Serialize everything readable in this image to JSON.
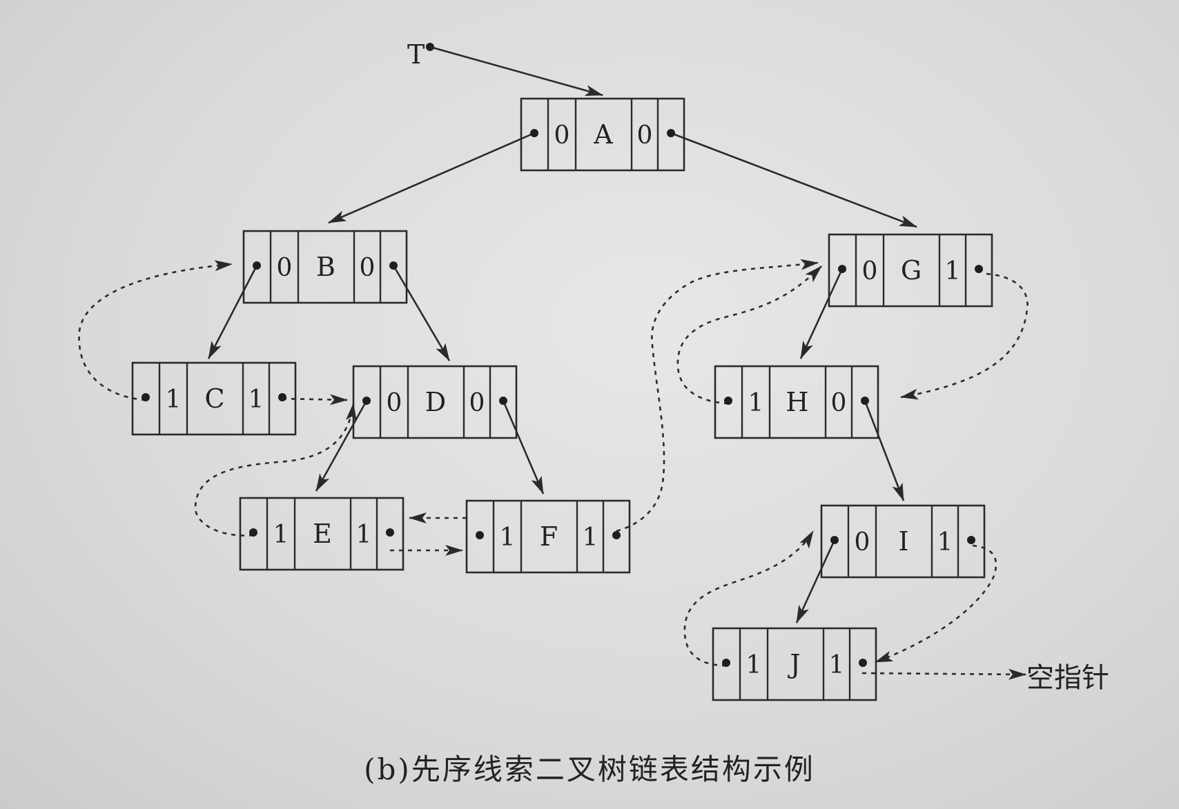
{
  "root_pointer_label": "T",
  "null_pointer_label": "空指针",
  "caption": "(b)先序线索二叉树链表结构示例",
  "nodes": [
    {
      "id": "A",
      "data": "A",
      "ltag": "0",
      "rtag": "0"
    },
    {
      "id": "B",
      "data": "B",
      "ltag": "0",
      "rtag": "0"
    },
    {
      "id": "G",
      "data": "G",
      "ltag": "0",
      "rtag": "1"
    },
    {
      "id": "C",
      "data": "C",
      "ltag": "1",
      "rtag": "1"
    },
    {
      "id": "D",
      "data": "D",
      "ltag": "0",
      "rtag": "0"
    },
    {
      "id": "H",
      "data": "H",
      "ltag": "1",
      "rtag": "0"
    },
    {
      "id": "E",
      "data": "E",
      "ltag": "1",
      "rtag": "1"
    },
    {
      "id": "F",
      "data": "F",
      "ltag": "1",
      "rtag": "1"
    },
    {
      "id": "I",
      "data": "I",
      "ltag": "0",
      "rtag": "1"
    },
    {
      "id": "J",
      "data": "J",
      "ltag": "1",
      "rtag": "1"
    }
  ],
  "child_links": [
    {
      "from": "A",
      "side": "left",
      "to": "B"
    },
    {
      "from": "A",
      "side": "right",
      "to": "G"
    },
    {
      "from": "B",
      "side": "left",
      "to": "C"
    },
    {
      "from": "B",
      "side": "right",
      "to": "D"
    },
    {
      "from": "D",
      "side": "left",
      "to": "E"
    },
    {
      "from": "D",
      "side": "right",
      "to": "F"
    },
    {
      "from": "G",
      "side": "left",
      "to": "H"
    },
    {
      "from": "H",
      "side": "right",
      "to": "I"
    },
    {
      "from": "I",
      "side": "left",
      "to": "J"
    }
  ],
  "thread_links": [
    {
      "from": "C",
      "side": "left",
      "to": "B"
    },
    {
      "from": "C",
      "side": "right",
      "to": "D"
    },
    {
      "from": "E",
      "side": "left",
      "to": "D"
    },
    {
      "from": "E",
      "side": "right",
      "to": "F"
    },
    {
      "from": "F",
      "side": "left",
      "to": "E"
    },
    {
      "from": "F",
      "side": "right",
      "to": "G"
    },
    {
      "from": "G",
      "side": "right",
      "to": "H"
    },
    {
      "from": "H",
      "side": "left",
      "to": "G"
    },
    {
      "from": "I",
      "side": "right",
      "to": "J"
    },
    {
      "from": "J",
      "side": "left",
      "to": "I"
    },
    {
      "from": "J",
      "side": "right",
      "to": "null"
    }
  ]
}
